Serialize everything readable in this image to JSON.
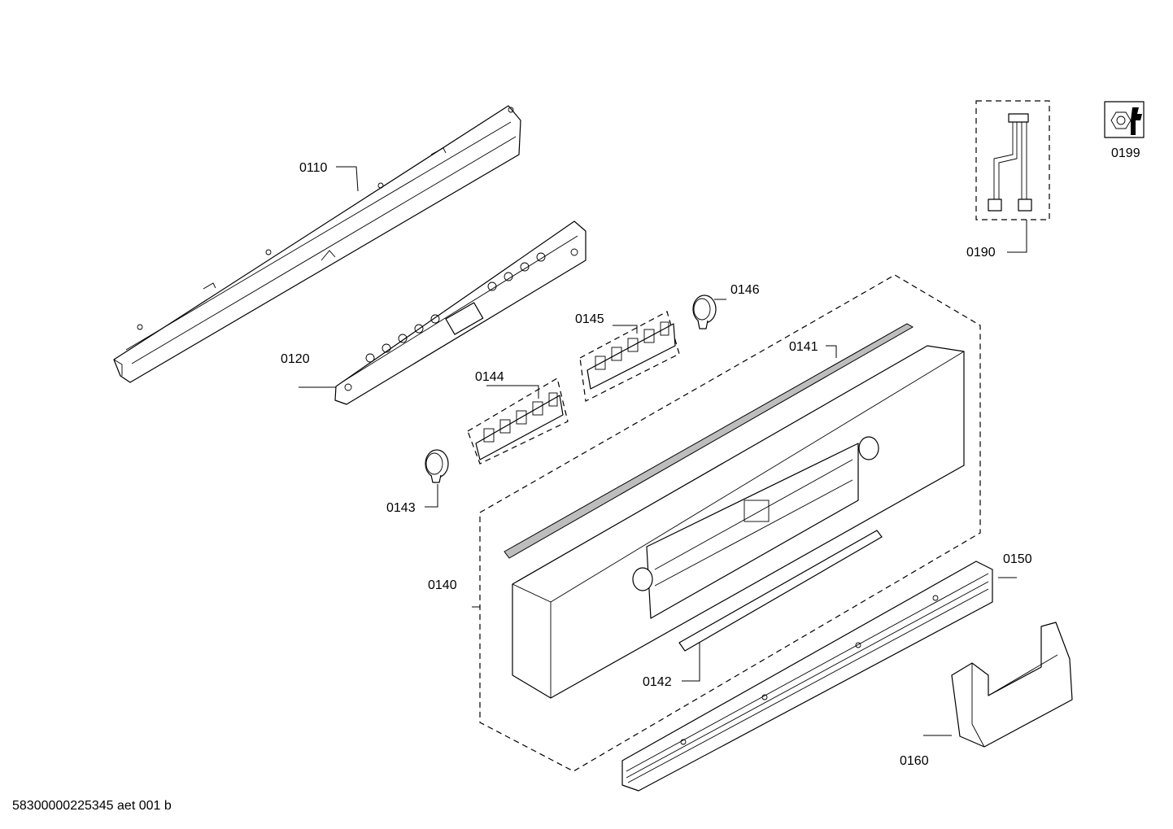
{
  "diagram": {
    "document_id": "58300000225345 aet 001 b",
    "parts": [
      {
        "key": "p0110",
        "label": "0110"
      },
      {
        "key": "p0120",
        "label": "0120"
      },
      {
        "key": "p0140",
        "label": "0140"
      },
      {
        "key": "p0141",
        "label": "0141"
      },
      {
        "key": "p0142",
        "label": "0142"
      },
      {
        "key": "p0143",
        "label": "0143"
      },
      {
        "key": "p0144",
        "label": "0144"
      },
      {
        "key": "p0145",
        "label": "0145"
      },
      {
        "key": "p0146",
        "label": "0146"
      },
      {
        "key": "p0150",
        "label": "0150"
      },
      {
        "key": "p0160",
        "label": "0160"
      },
      {
        "key": "p0190",
        "label": "0190"
      },
      {
        "key": "p0199",
        "label": "0199"
      }
    ],
    "icons": {
      "service_kit": "wrench-nut-icon"
    }
  }
}
